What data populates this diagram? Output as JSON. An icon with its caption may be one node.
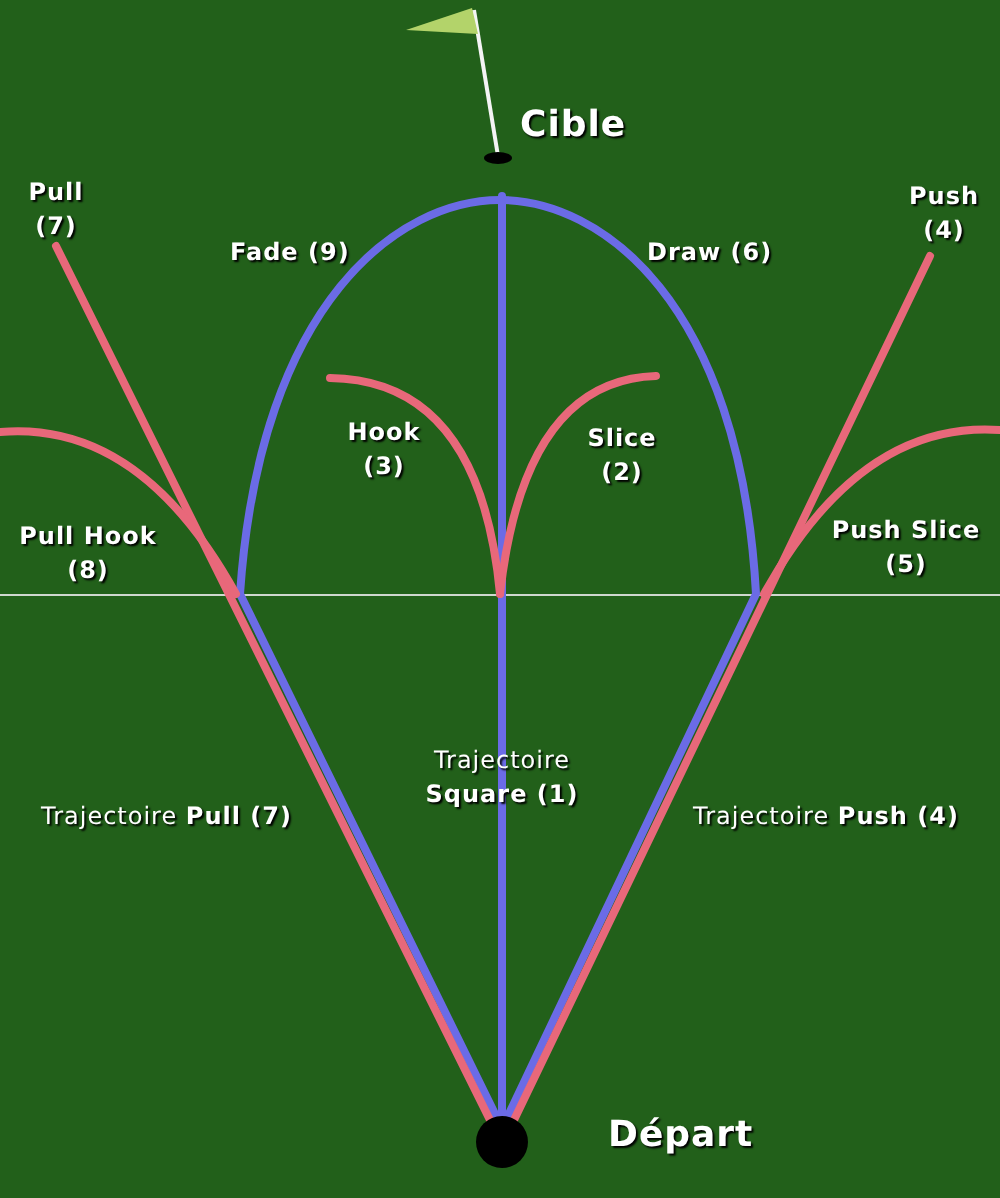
{
  "diagram": {
    "labels": [
      "Cible",
      "Pull (7)",
      "Push (4)",
      "Fade (9)",
      "Draw (6)",
      "Hook (3)",
      "Slice (2)",
      "Pull Hook (8)",
      "Push Slice (5)",
      "Trajectoire **Square (1)**",
      "Trajectoire **Pull (7)**",
      "Trajectoire **Push (4)**",
      "Départ"
    ]
  }
}
